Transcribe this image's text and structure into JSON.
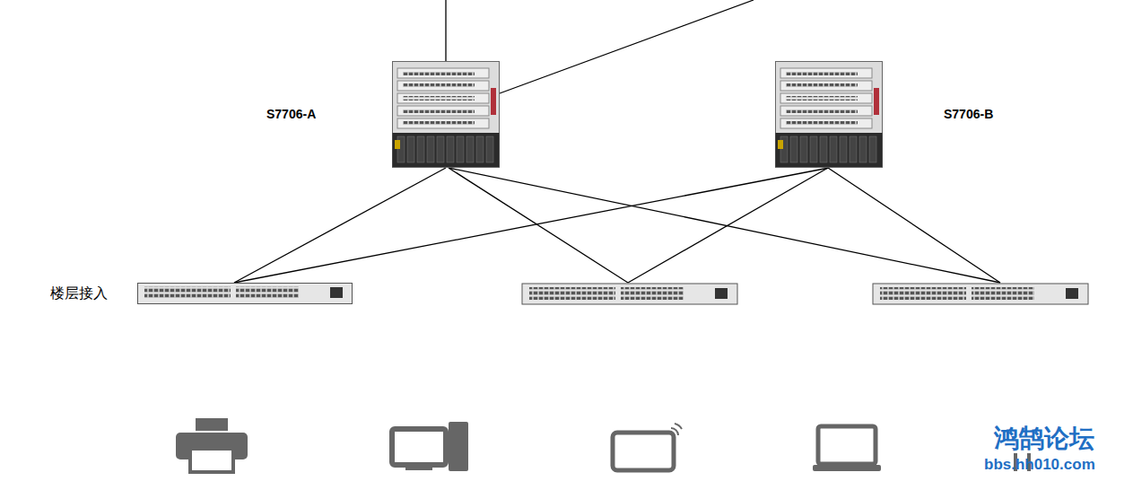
{
  "diagram": {
    "nodes": [
      {
        "text": [
          "S7706-A"
        ]
      },
      {
        "text": [
          "S7706-B"
        ]
      },
      {
        "text": [
          "楼层接入"
        ]
      }
    ],
    "edges": [
      {
        "from": 0,
        "to": 2,
        "arrow": "none"
      },
      {
        "from": 1,
        "to": 2,
        "arrow": "none"
      }
    ],
    "labels": [
      "鸿鹄论坛",
      "bbs.hh010.com"
    ]
  }
}
